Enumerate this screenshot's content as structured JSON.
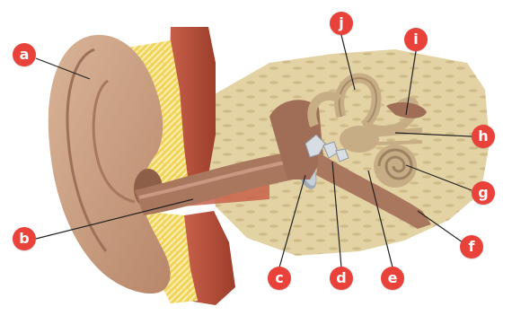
{
  "diagram": {
    "labels": [
      {
        "id": "a",
        "text": "a"
      },
      {
        "id": "b",
        "text": "b"
      },
      {
        "id": "c",
        "text": "c"
      },
      {
        "id": "d",
        "text": "d"
      },
      {
        "id": "e",
        "text": "e"
      },
      {
        "id": "f",
        "text": "f"
      },
      {
        "id": "g",
        "text": "g"
      },
      {
        "id": "h",
        "text": "h"
      },
      {
        "id": "i",
        "text": "i"
      },
      {
        "id": "j",
        "text": "j"
      }
    ],
    "colors": {
      "badge": "#e8423a",
      "skin": "#c79a7c",
      "bone_background": "#e3d3a4",
      "muscle": "#b8523a",
      "fat": "#f2d35a",
      "canal": "#a9765e",
      "ossicles": "#d8dde4",
      "labyrinth": "#c7ad86"
    }
  }
}
